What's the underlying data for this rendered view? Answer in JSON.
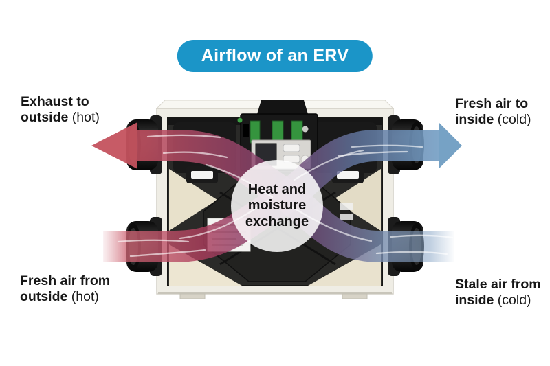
{
  "title": {
    "label": "Airflow of an ERV"
  },
  "labels": {
    "exhaust": {
      "line1": "Exhaust to",
      "line2_bold": "outside",
      "line2_normal": "(hot)"
    },
    "fresh_in": {
      "line1": "Fresh air to",
      "line2_bold": "inside",
      "line2_normal": "(cold)"
    },
    "fresh_out": {
      "line1": "Fresh air from",
      "line2_bold": "outside",
      "line2_normal": "(hot)"
    },
    "stale": {
      "line1": "Stale air from",
      "line2_bold": "inside",
      "line2_normal": "(cold)"
    }
  },
  "center_circle": {
    "line1": "Heat and",
    "line2": "moisture",
    "line3": "exchange"
  },
  "colors": {
    "hot_airflow": "#C4525E",
    "cold_airflow": "#6F9DC2",
    "badge": "#1B95C8"
  }
}
